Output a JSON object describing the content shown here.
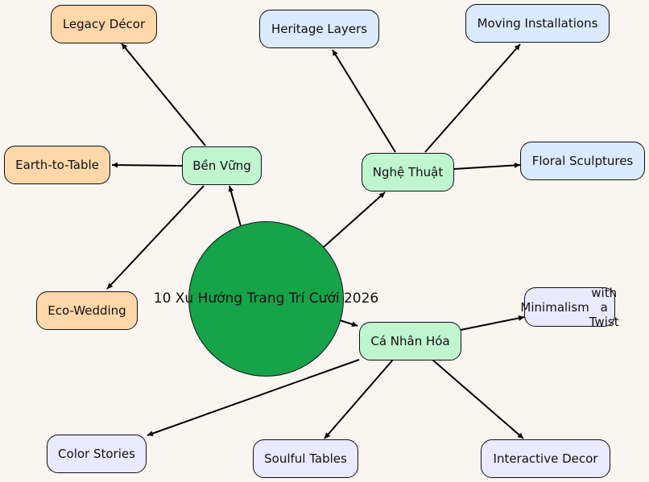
{
  "diagram": {
    "center": "10 Xu Hướng Trang Trí Cưới 2026",
    "categories": {
      "ben_vung": "Bền Vững",
      "nghe_thuat": "Nghệ Thuật",
      "ca_nhan_hoa": "Cá Nhân Hóa"
    },
    "leaves": {
      "legacy_decor": "Legacy Décor",
      "earth_to_table": "Earth-to-Table",
      "eco_wedding": "Eco-Wedding",
      "heritage_layers": "Heritage Layers",
      "moving_installations": "Moving Installations",
      "floral_sculptures": "Floral Sculptures",
      "minimalism_line1": "Minimalism",
      "minimalism_line2": "with a Twist",
      "color_stories": "Color Stories",
      "soulful_tables": "Soulful Tables",
      "interactive_decor": "Interactive Decor"
    },
    "colors": {
      "background": "#f9f6f1",
      "center_fill": "#16a34a",
      "category_fill": "#bff5cf",
      "sustainable_leaf_fill": "#fed7aa",
      "art_leaf_fill": "#dbeafe",
      "personal_leaf_fill": "#ebe9fe",
      "edge": "#000000"
    }
  }
}
